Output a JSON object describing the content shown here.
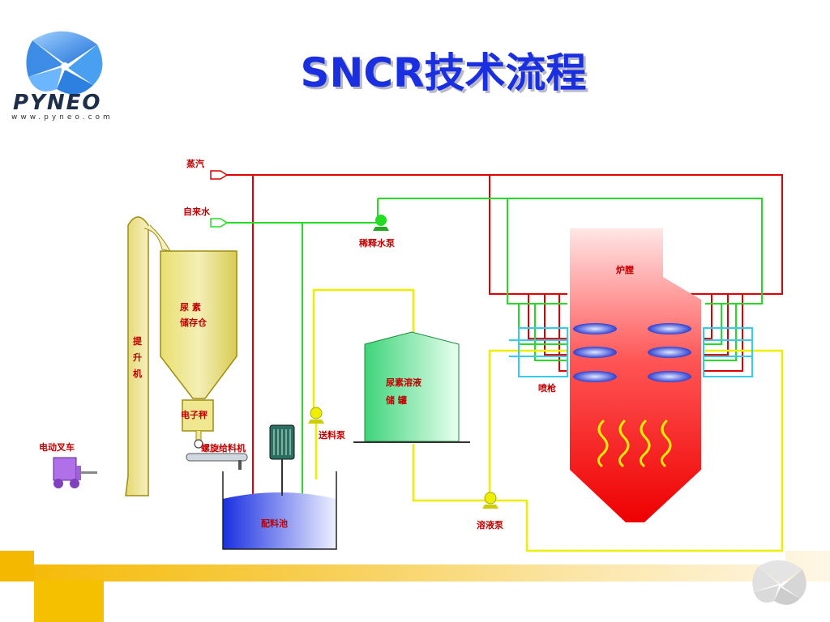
{
  "header": {
    "title_prefix": "SNCR",
    "title_suffix": "技术流程",
    "logo_text": "PYNEO",
    "logo_url": "www.pyneo.com"
  },
  "labels": {
    "steam": "蒸汽",
    "tap_water": "自来水",
    "dilution_pump": "稀释水泵",
    "furnace": "炉膛",
    "urea_silo_line1": "尿  素",
    "urea_silo_line2": "储存仓",
    "elevator_1": "提",
    "elevator_2": "升",
    "elevator_3": "机",
    "solution_tank_line1": "尿素溶液",
    "solution_tank_line2": "储    罐",
    "spray_gun": "喷枪",
    "scale": "电子秤",
    "screw_feeder": "螺旋给料机",
    "forklift": "电动叉车",
    "feed_pump": "送料泵",
    "mixing_tank": "配料池",
    "solution_pump": "溶液泵"
  },
  "colors": {
    "title": "#1a2fe0",
    "steam_line": "#e00000",
    "water_line": "#22dd22",
    "solution_line": "#eeee00",
    "injector_frame": "#33ccee",
    "label": "#c00000"
  }
}
